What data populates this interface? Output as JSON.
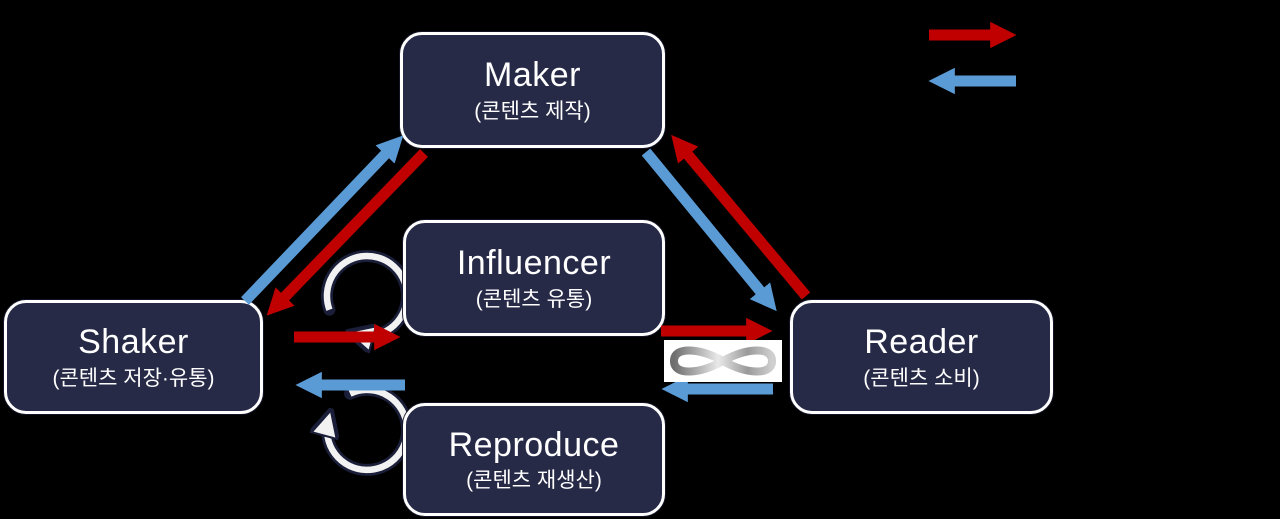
{
  "colors": {
    "background": "#000000",
    "box_fill": "#262A47",
    "box_border": "#FFFFFF",
    "text": "#FFFFFF",
    "red": "#C00000",
    "blue": "#5B9BD5",
    "loop_ring": "#F2F2F2",
    "loop_casing": "#1A1E38",
    "infinity_bg": "#FFFFFF"
  },
  "nodes": {
    "maker": {
      "title": "Maker",
      "subtitle": "(콘텐츠 제작)"
    },
    "influencer": {
      "title": "Influencer",
      "subtitle": "(콘텐츠 유통)"
    },
    "reproduce": {
      "title": "Reproduce",
      "subtitle": "(콘텐츠 재생산)"
    },
    "shaker": {
      "title": "Shaker",
      "subtitle": "(콘텐츠 저장·유통)"
    },
    "reader": {
      "title": "Reader",
      "subtitle": "(콘텐츠 소비)"
    }
  },
  "connections": [
    {
      "from": "Shaker",
      "to": "Maker",
      "color": "#5B9BD5"
    },
    {
      "from": "Maker",
      "to": "Shaker",
      "color": "#C00000"
    },
    {
      "from": "Reader",
      "to": "Maker",
      "color": "#C00000"
    },
    {
      "from": "Maker",
      "to": "Reader",
      "color": "#5B9BD5"
    },
    {
      "from": "Shaker",
      "to": "Influencer",
      "color": "#C00000"
    },
    {
      "from": "Influencer",
      "to": "Shaker",
      "color": "#5B9BD5"
    },
    {
      "from": "Influencer",
      "to": "Reader",
      "color": "#C00000"
    },
    {
      "from": "Reader",
      "to": "Influencer",
      "color": "#5B9BD5"
    }
  ],
  "loops": [
    {
      "at": "Influencer",
      "direction": "clockwise"
    },
    {
      "at": "Reproduce",
      "direction": "clockwise"
    }
  ],
  "legend": {
    "forward_color": "#C00000",
    "backward_color": "#5B9BD5"
  },
  "icons": {
    "infinity_symbol": "∞",
    "loop_icon": "↻",
    "forward_arrow_icon": "→",
    "backward_arrow_icon": "←"
  }
}
